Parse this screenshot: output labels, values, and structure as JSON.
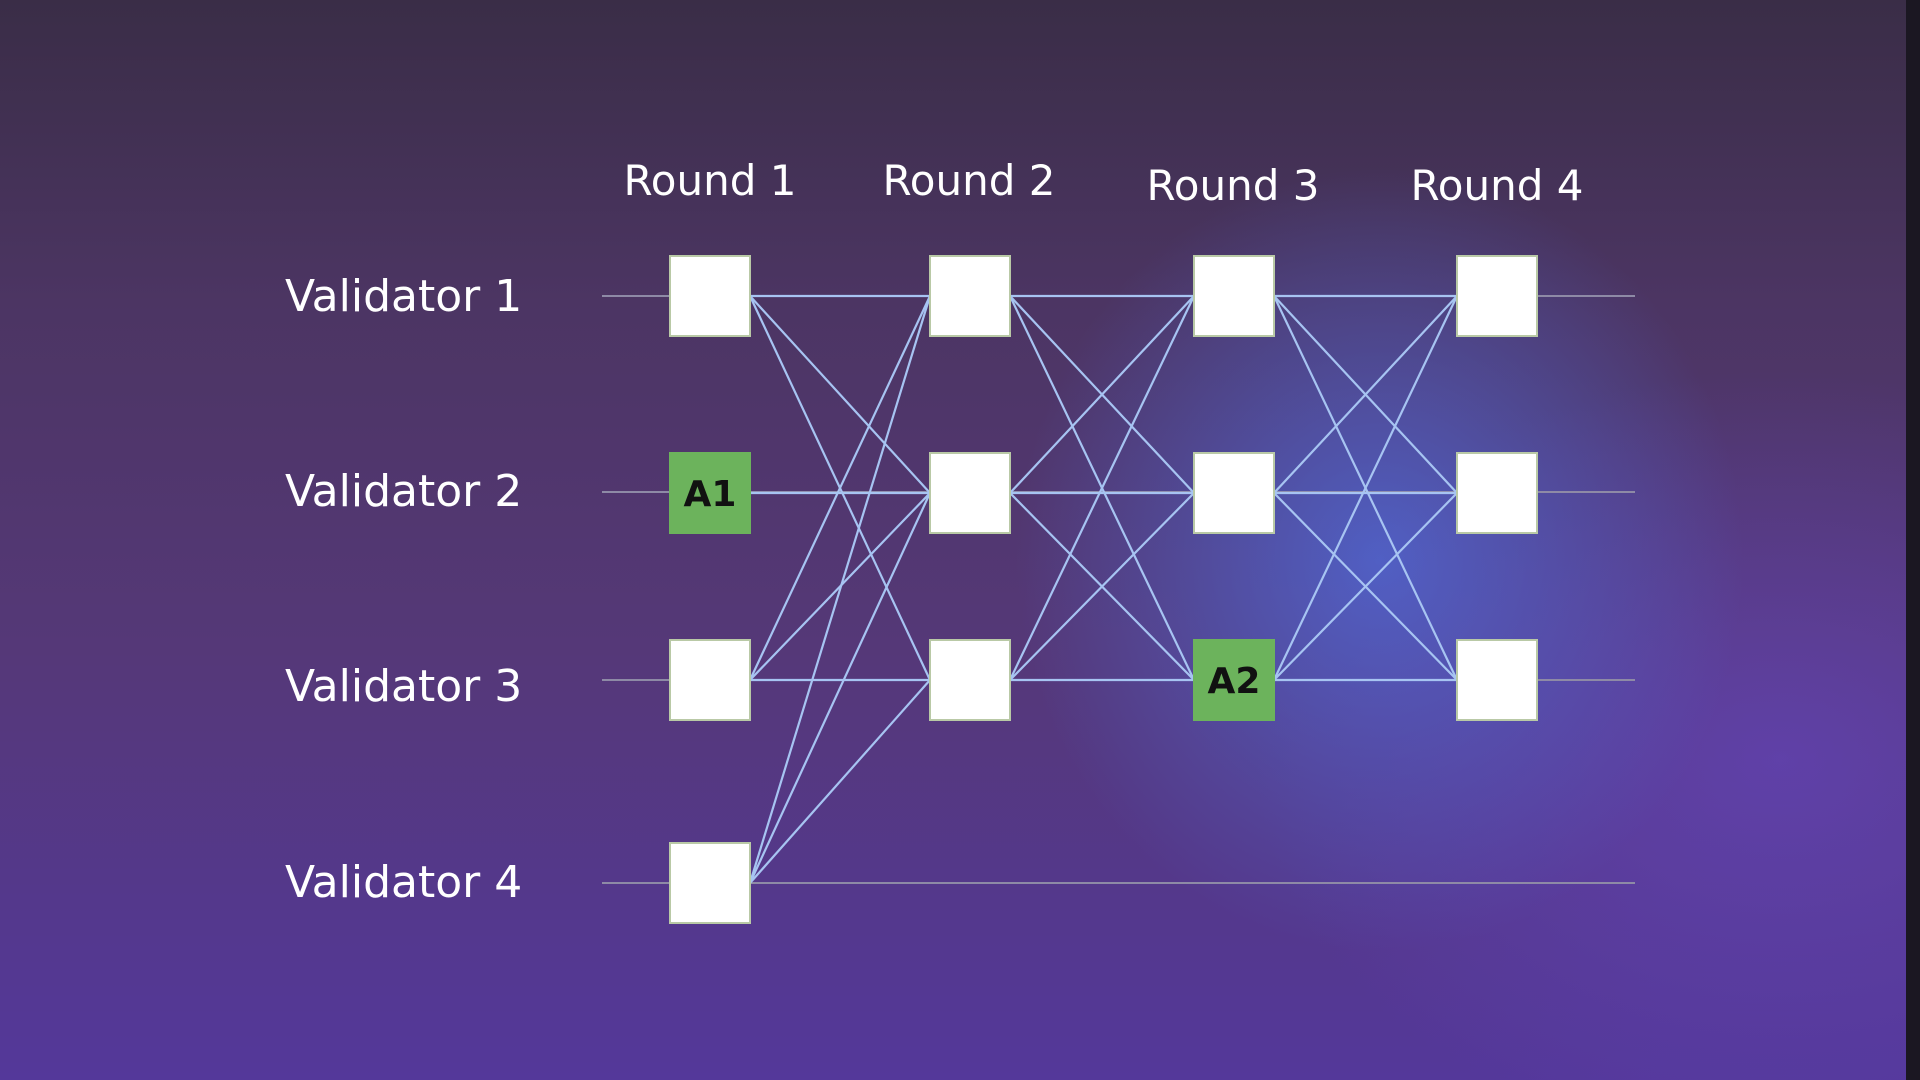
{
  "rounds": [
    "Round 1",
    "Round 2",
    "Round 3",
    "Round 4"
  ],
  "validators": [
    "Validator 1",
    "Validator 2",
    "Validator 3",
    "Validator 4"
  ],
  "colors": {
    "background_top": "#3a2d47",
    "background_bottom": "#54389a",
    "highlight_glow": "#5069d7",
    "edge": "#a7c4f2",
    "lane": "#8e8aa6",
    "block": "#ffffff",
    "anchor_block": "#6cb35c"
  },
  "blocks": [
    {
      "round": 1,
      "validator": 1,
      "label": "",
      "anchor": false
    },
    {
      "round": 1,
      "validator": 2,
      "label": "A1",
      "anchor": true
    },
    {
      "round": 1,
      "validator": 3,
      "label": "",
      "anchor": false
    },
    {
      "round": 1,
      "validator": 4,
      "label": "",
      "anchor": false
    },
    {
      "round": 2,
      "validator": 1,
      "label": "",
      "anchor": false
    },
    {
      "round": 2,
      "validator": 2,
      "label": "",
      "anchor": false
    },
    {
      "round": 2,
      "validator": 3,
      "label": "",
      "anchor": false
    },
    {
      "round": 3,
      "validator": 1,
      "label": "",
      "anchor": false
    },
    {
      "round": 3,
      "validator": 2,
      "label": "",
      "anchor": false
    },
    {
      "round": 3,
      "validator": 3,
      "label": "A2",
      "anchor": true
    },
    {
      "round": 4,
      "validator": 1,
      "label": "",
      "anchor": false
    },
    {
      "round": 4,
      "validator": 2,
      "label": "",
      "anchor": false
    },
    {
      "round": 4,
      "validator": 3,
      "label": "",
      "anchor": false
    }
  ],
  "edges": [
    {
      "from": [
        1,
        1
      ],
      "to": [
        2,
        1
      ]
    },
    {
      "from": [
        1,
        1
      ],
      "to": [
        2,
        2
      ]
    },
    {
      "from": [
        1,
        1
      ],
      "to": [
        2,
        3
      ]
    },
    {
      "from": [
        1,
        2
      ],
      "to": [
        2,
        2
      ]
    },
    {
      "from": [
        1,
        3
      ],
      "to": [
        2,
        1
      ]
    },
    {
      "from": [
        1,
        3
      ],
      "to": [
        2,
        2
      ]
    },
    {
      "from": [
        1,
        3
      ],
      "to": [
        2,
        3
      ]
    },
    {
      "from": [
        1,
        4
      ],
      "to": [
        2,
        1
      ]
    },
    {
      "from": [
        1,
        4
      ],
      "to": [
        2,
        2
      ]
    },
    {
      "from": [
        1,
        4
      ],
      "to": [
        2,
        3
      ]
    },
    {
      "from": [
        2,
        1
      ],
      "to": [
        3,
        1
      ]
    },
    {
      "from": [
        2,
        1
      ],
      "to": [
        3,
        2
      ]
    },
    {
      "from": [
        2,
        1
      ],
      "to": [
        3,
        3
      ]
    },
    {
      "from": [
        2,
        2
      ],
      "to": [
        3,
        1
      ]
    },
    {
      "from": [
        2,
        2
      ],
      "to": [
        3,
        2
      ]
    },
    {
      "from": [
        2,
        2
      ],
      "to": [
        3,
        3
      ]
    },
    {
      "from": [
        2,
        3
      ],
      "to": [
        3,
        1
      ]
    },
    {
      "from": [
        2,
        3
      ],
      "to": [
        3,
        2
      ]
    },
    {
      "from": [
        2,
        3
      ],
      "to": [
        3,
        3
      ]
    },
    {
      "from": [
        3,
        1
      ],
      "to": [
        4,
        1
      ]
    },
    {
      "from": [
        3,
        1
      ],
      "to": [
        4,
        2
      ]
    },
    {
      "from": [
        3,
        1
      ],
      "to": [
        4,
        3
      ]
    },
    {
      "from": [
        3,
        2
      ],
      "to": [
        4,
        1
      ]
    },
    {
      "from": [
        3,
        2
      ],
      "to": [
        4,
        2
      ]
    },
    {
      "from": [
        3,
        2
      ],
      "to": [
        4,
        3
      ]
    },
    {
      "from": [
        3,
        3
      ],
      "to": [
        4,
        1
      ]
    },
    {
      "from": [
        3,
        3
      ],
      "to": [
        4,
        2
      ]
    },
    {
      "from": [
        3,
        3
      ],
      "to": [
        4,
        3
      ]
    }
  ]
}
